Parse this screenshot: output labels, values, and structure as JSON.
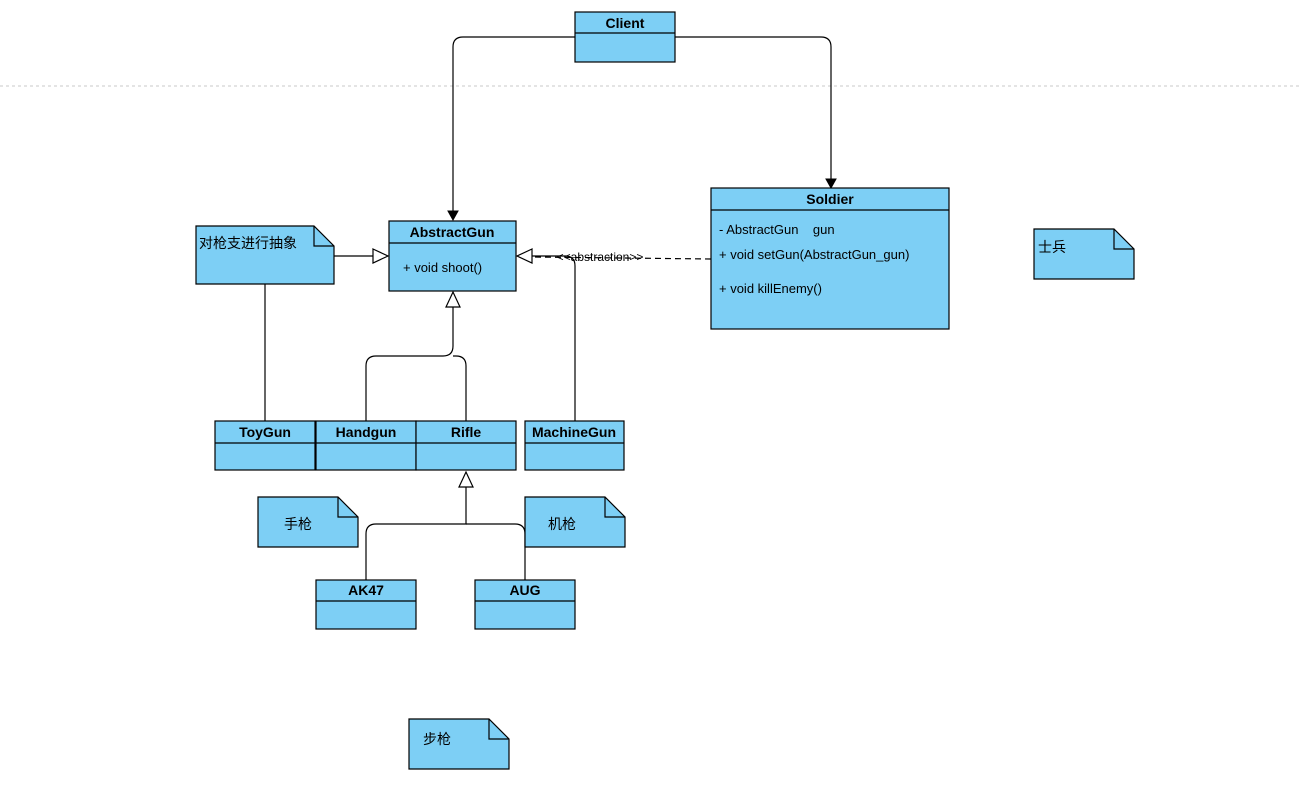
{
  "colors": {
    "class_fill": "#7dcff5",
    "stroke": "#000000",
    "divider": "#cccccc"
  },
  "classes": {
    "client": {
      "name": "Client",
      "members": []
    },
    "soldier": {
      "name": "Soldier",
      "members": [
        "- AbstractGun    gun",
        "+ void setGun(AbstractGun_gun)",
        "+ void killEnemy()"
      ]
    },
    "abstract_gun": {
      "name": "AbstractGun",
      "members": [
        "+ void shoot()"
      ]
    },
    "toy_gun": {
      "name": "ToyGun",
      "members": []
    },
    "handgun": {
      "name": "Handgun",
      "members": []
    },
    "rifle": {
      "name": "Rifle",
      "members": []
    },
    "machine_gun": {
      "name": "MachineGun",
      "members": []
    },
    "ak47": {
      "name": "AK47",
      "members": []
    },
    "aug": {
      "name": "AUG",
      "members": []
    }
  },
  "notes": {
    "abstract_note": "对枪支进行抽象",
    "soldier_note": "士兵",
    "handgun_note": "手枪",
    "machinegun_note": "机枪",
    "rifle_note": "步枪"
  },
  "relations": {
    "dependency_label": "<<abstraction>>"
  }
}
